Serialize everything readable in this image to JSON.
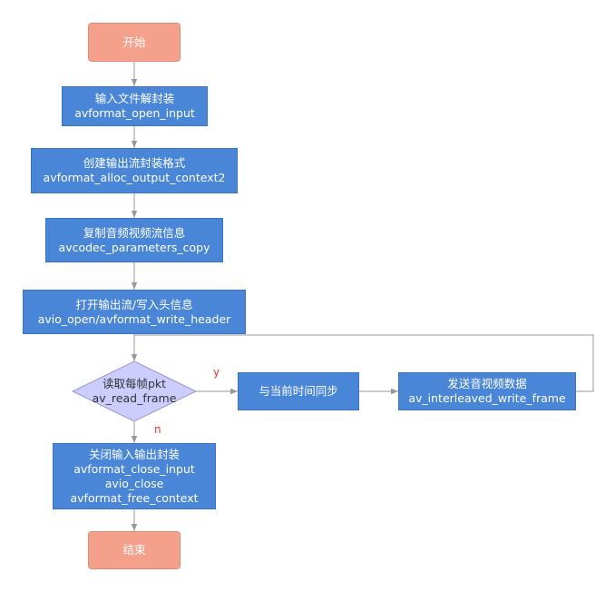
{
  "diagram": {
    "nodes": {
      "start": {
        "lines": [
          "开始"
        ]
      },
      "open_input": {
        "lines": [
          "输入文件解封装",
          "avformat_open_input"
        ]
      },
      "alloc_output": {
        "lines": [
          "创建输出流封装格式",
          "avformat_alloc_output_context2"
        ]
      },
      "copy_params": {
        "lines": [
          "复制音频视频流信息",
          "avcodec_parameters_copy"
        ]
      },
      "write_header": {
        "lines": [
          "打开输出流/写入头信息",
          "avio_open/avformat_write_header"
        ]
      },
      "read_frame": {
        "lines": [
          "读取每帧pkt",
          "av_read_frame"
        ]
      },
      "sync": {
        "lines": [
          "与当前时间同步"
        ]
      },
      "write_frame": {
        "lines": [
          "发送音视频数据",
          "av_interleaved_write_frame"
        ]
      },
      "close": {
        "lines": [
          "关闭输入输出封装",
          "avformat_close_input",
          "avio_close",
          "avformat_free_context"
        ]
      },
      "end": {
        "lines": [
          "结束"
        ]
      }
    },
    "edge_labels": {
      "yes": "y",
      "no": "n"
    },
    "colors": {
      "process": "#4a86d8",
      "terminal": "#f5a08a",
      "decision": "#ccccff",
      "connector": "#999999",
      "label": "#e8382a"
    }
  }
}
